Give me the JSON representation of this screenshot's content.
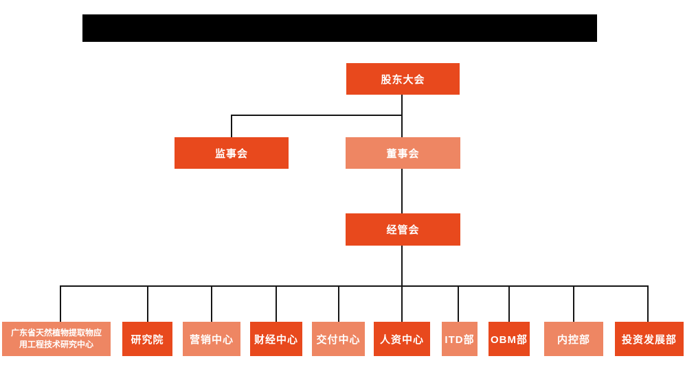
{
  "document": {
    "type": "organization-chart",
    "title_redacted": true
  },
  "colors": {
    "background": "#FFFFFF",
    "redaction": "#000000",
    "primary": "#E8491D",
    "secondary": "#EE8663",
    "connector": "#141414",
    "node_text": "#FFFFFF"
  },
  "org_chart": {
    "nodes": [
      {
        "id": "shareholders-meeting",
        "label": "股东大会",
        "variant": "primary",
        "level": 1,
        "parent": null
      },
      {
        "id": "supervisory-board",
        "label": "监事会",
        "variant": "primary",
        "level": 2,
        "parent": "shareholders-meeting"
      },
      {
        "id": "board-of-directors",
        "label": "董事会",
        "variant": "secondary",
        "level": 2,
        "parent": "shareholders-meeting"
      },
      {
        "id": "management-committee",
        "label": "经管会",
        "variant": "primary",
        "level": 3,
        "parent": "board-of-directors"
      },
      {
        "id": "guangdong-research-center",
        "label": "广东省天然植物提取物应用工程技术研究中心",
        "variant": "secondary",
        "level": 4,
        "parent": "management-committee"
      },
      {
        "id": "research-institute",
        "label": "研究院",
        "variant": "primary",
        "level": 4,
        "parent": "management-committee"
      },
      {
        "id": "marketing-center",
        "label": "营销中心",
        "variant": "secondary",
        "level": 4,
        "parent": "management-committee"
      },
      {
        "id": "finance-center",
        "label": "财经中心",
        "variant": "primary",
        "level": 4,
        "parent": "management-committee"
      },
      {
        "id": "delivery-center",
        "label": "交付中心",
        "variant": "secondary",
        "level": 4,
        "parent": "management-committee"
      },
      {
        "id": "hr-center",
        "label": "人资中心",
        "variant": "primary",
        "level": 4,
        "parent": "management-committee"
      },
      {
        "id": "itd-department",
        "label": "ITD部",
        "variant": "secondary",
        "level": 4,
        "parent": "management-committee"
      },
      {
        "id": "obm-department",
        "label": "OBM部",
        "variant": "primary",
        "level": 4,
        "parent": "management-committee"
      },
      {
        "id": "internal-control-department",
        "label": "内控部",
        "variant": "secondary",
        "level": 4,
        "parent": "management-committee"
      },
      {
        "id": "investment-development-department",
        "label": "投资发展部",
        "variant": "primary",
        "level": 4,
        "parent": "management-committee"
      }
    ]
  }
}
